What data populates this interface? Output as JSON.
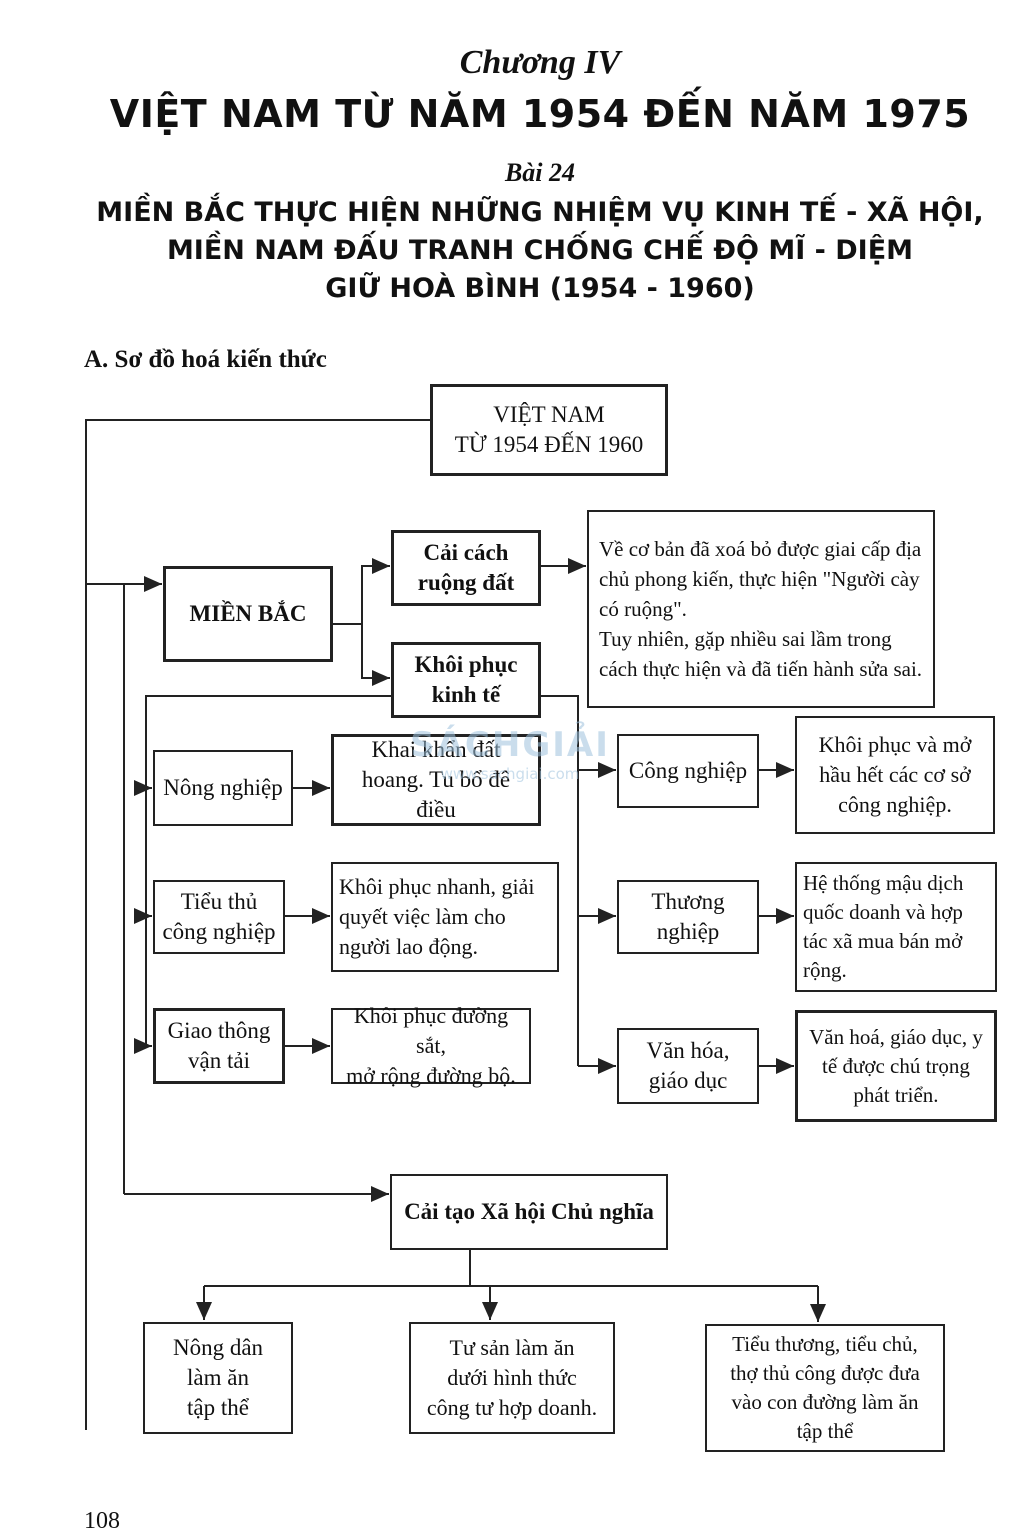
{
  "header": {
    "chapter": "Chương IV",
    "title": "VIỆT NAM TỪ NĂM 1954 ĐẾN NĂM 1975",
    "lesson": "Bài 24",
    "lesson_title_1": "MIỀN BẮC THỰC HIỆN NHỮNG NHIỆM VỤ KINH TẾ - XÃ HỘI,",
    "lesson_title_2": "MIỀN NAM ĐẤU TRANH CHỐNG CHẾ ĐỘ MĨ - DIỆM",
    "lesson_title_3": "GIỮ HOÀ BÌNH (1954 - 1960)"
  },
  "section_title": "A. Sơ đồ hoá kiến thức",
  "diagram": {
    "root": "VIỆT NAM\nTỪ 1954 ĐẾN 1960",
    "north": "MIỀN BẮC",
    "land_reform": "Cải cách\nruộng đất",
    "land_reform_result": "Về cơ bản đã xoá bỏ được giai cấp địa chủ phong kiến, thực hiện \"Người cày có ruộng\".\nTuy nhiên, gặp nhiều sai lầm trong cách thực hiện và đã tiến hành sửa sai.",
    "economic_recovery": "Khôi phục\nkinh tế",
    "agriculture": "Nông nghiệp",
    "agriculture_result": "Khai khẩn đất\nhoang. Tu bổ đê điều",
    "handicraft": "Tiểu thủ\ncông nghiệp",
    "handicraft_result": "Khôi phục nhanh, giải quyết việc làm cho người lao động.",
    "transport": "Giao thông\nvận tải",
    "transport_result": "Khôi phục đường sắt,\nmở rộng đường bộ.",
    "industry": "Công nghiệp",
    "industry_result": "Khôi phục và mở\nhầu hết các cơ sở\ncông nghiệp.",
    "commerce": "Thương\nnghiệp",
    "commerce_result": "Hệ thống mậu dịch quốc doanh và hợp tác xã mua bán mở rộng.",
    "culture": "Văn hóa,\ngiáo dục",
    "culture_result": "Văn hoá, giáo dục, y\ntế được chú trọng\nphát triển.",
    "socialist_reform": "Cải tạo Xã hội Chủ nghĩa",
    "farmers": "Nông dân\nlàm ăn\ntập thể",
    "capitalists": "Tư sản làm ăn\ndưới hình thức\ncông tư hợp doanh.",
    "small_traders": "Tiểu thương, tiểu chủ,\nthợ thủ công được đưa\nvào con đường làm ăn\ntập thể"
  },
  "watermark": {
    "brand": "SÁCHGIẢI",
    "url": "www.sachgiai.com"
  },
  "page_number": "108"
}
